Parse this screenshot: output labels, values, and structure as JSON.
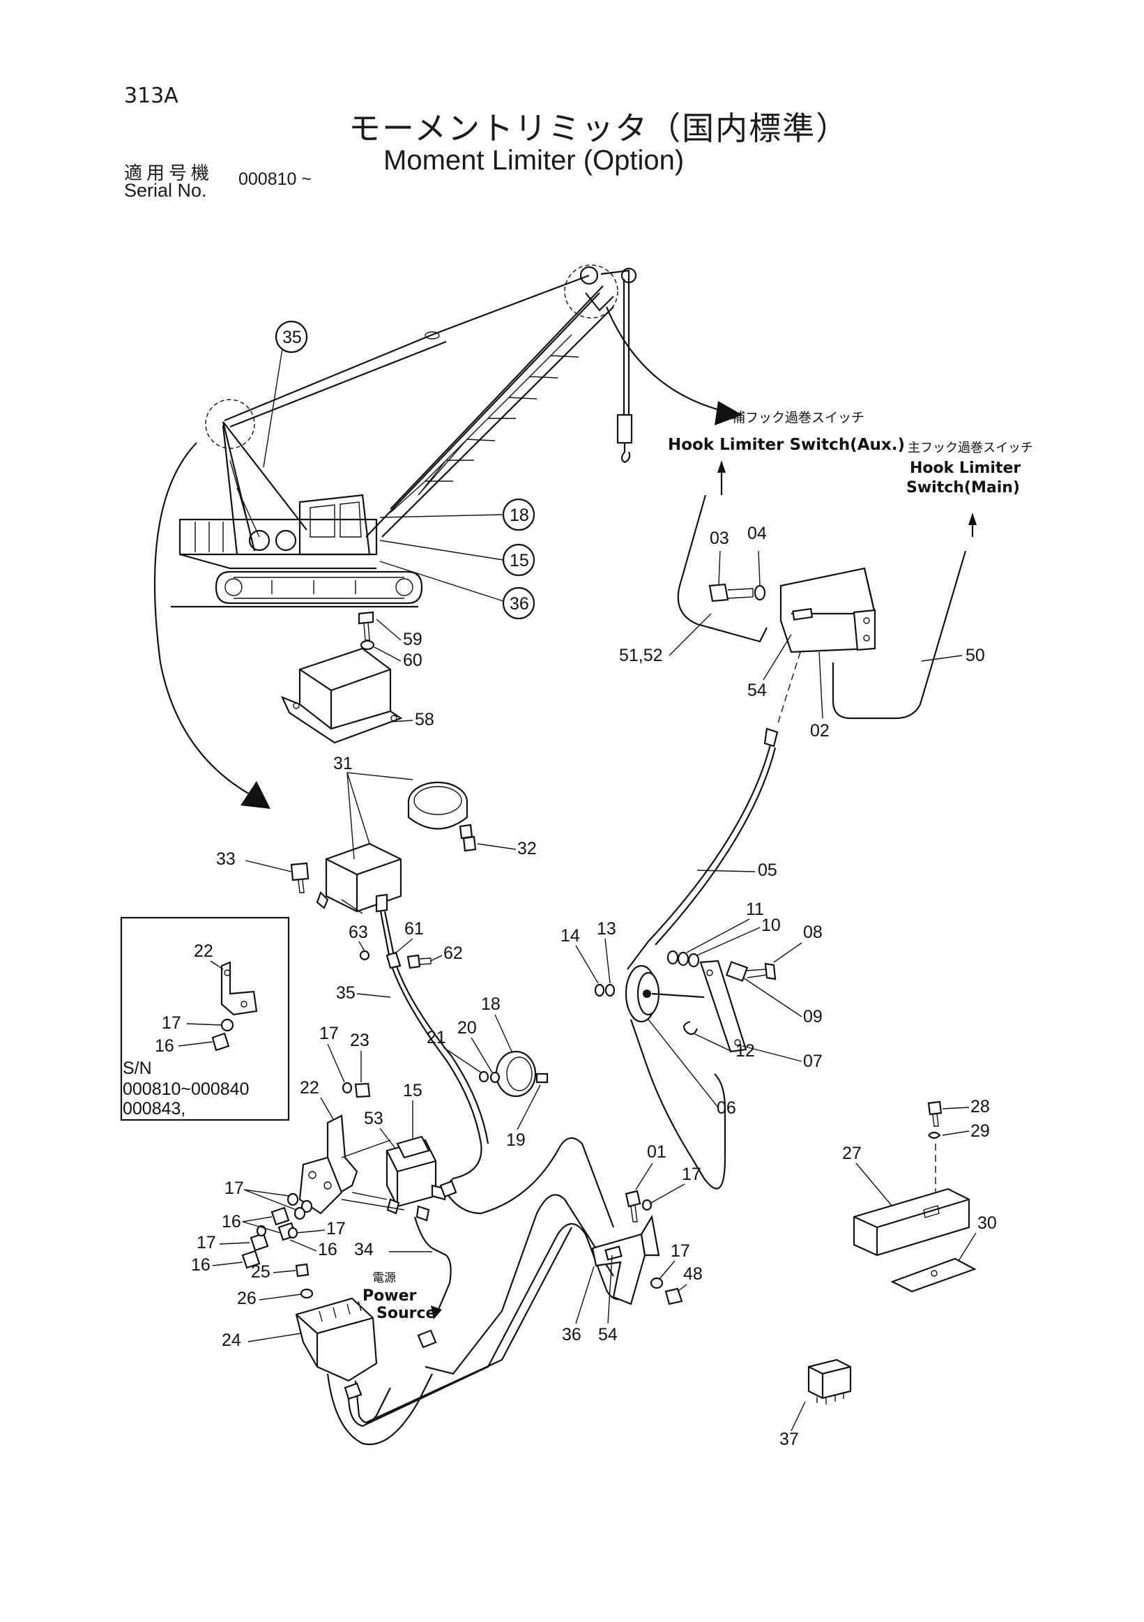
{
  "header": {
    "page_code": "313A",
    "title_jp": "モーメントリミッタ（国内標準）",
    "title_en": "Moment Limiter (Option)",
    "serial_label_jp": "適用号機",
    "serial_label_en": "Serial No.",
    "serial_value": "000810 ~"
  },
  "annotations": {
    "hook_aux_jp": "補フック過巻スイッチ",
    "hook_aux_en": "Hook Limiter Switch(Aux.)",
    "hook_main_jp": "主フック過巻スイッチ",
    "hook_main_en_1": "Hook Limiter",
    "hook_main_en_2": "Switch(Main)",
    "power_jp": "電源",
    "power_en_1": "Power",
    "power_en_2": "Source"
  },
  "inset": {
    "sn_label": "S/N",
    "sn_range": "000810~000840",
    "sn_extra": "000843,"
  },
  "callouts": {
    "c35": "35",
    "c18": "18",
    "c15": "15",
    "c36": "36",
    "p59": "59",
    "p60": "60",
    "p58": "58",
    "p31": "31",
    "p32": "32",
    "p33": "33",
    "p03": "03",
    "p04": "04",
    "p5152": "51,52",
    "p54a": "54",
    "p02": "02",
    "p50": "50",
    "p05": "05",
    "p11": "11",
    "p10": "10",
    "p08": "08",
    "p14": "14",
    "p13": "13",
    "p09": "09",
    "p12": "12",
    "p07": "07",
    "p06": "06",
    "p63": "63",
    "p61": "61",
    "p62": "62",
    "p35": "35",
    "p22a": "22",
    "p17a": "17",
    "p16a": "16",
    "p17b": "17",
    "p23": "23",
    "p18": "18",
    "p21": "21",
    "p20": "20",
    "p19": "19",
    "p22b": "22",
    "p15": "15",
    "p53": "53",
    "p17c": "17",
    "p16b": "16",
    "p17d": "17",
    "p17e": "17",
    "p16c": "16",
    "p16d": "16",
    "p34": "34",
    "p25": "25",
    "p26": "26",
    "p24": "24",
    "p01": "01",
    "p17f": "17",
    "p17g": "17",
    "p48": "48",
    "p36": "36",
    "p54b": "54",
    "p28": "28",
    "p29": "29",
    "p27": "27",
    "p30": "30",
    "p37": "37"
  }
}
